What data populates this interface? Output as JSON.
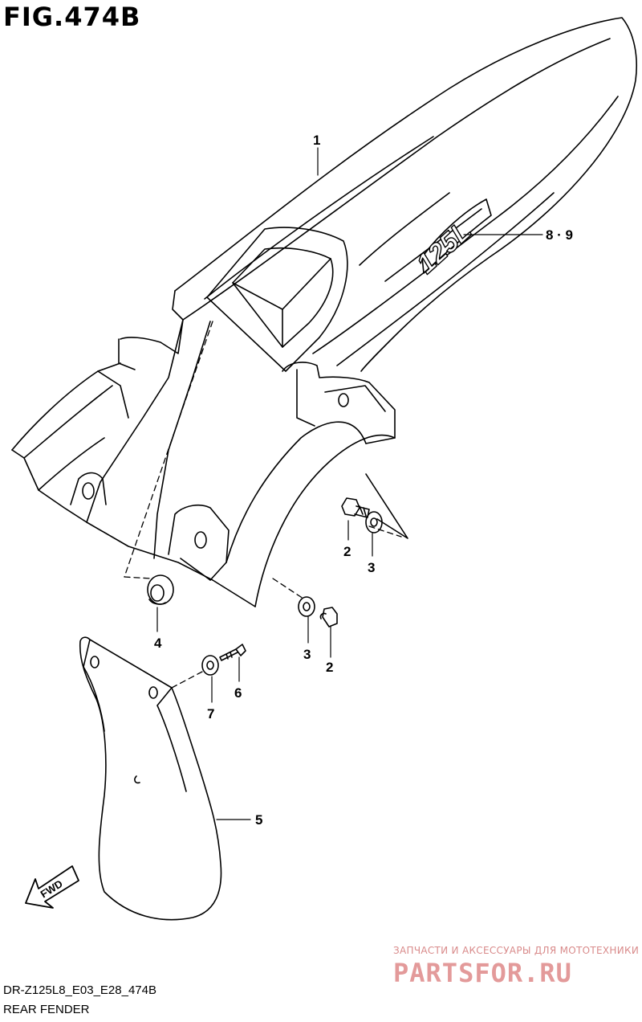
{
  "figure": {
    "title": "FIG.474B",
    "model_code": "DR-Z125L8_E03_E28_474B",
    "section_name": "REAR FENDER",
    "fender_decal_text": "125L",
    "fwd_label": "FWD"
  },
  "callouts": [
    {
      "id": "callout-1",
      "label": "1"
    },
    {
      "id": "callout-8-9",
      "label": "8 · 9"
    },
    {
      "id": "callout-2-upper",
      "label": "2"
    },
    {
      "id": "callout-3-upper",
      "label": "3"
    },
    {
      "id": "callout-4",
      "label": "4"
    },
    {
      "id": "callout-3-lower",
      "label": "3"
    },
    {
      "id": "callout-2-lower",
      "label": "2"
    },
    {
      "id": "callout-6",
      "label": "6"
    },
    {
      "id": "callout-7",
      "label": "7"
    },
    {
      "id": "callout-5",
      "label": "5"
    }
  ],
  "watermark": {
    "tagline": "ЗАПЧАСТИ И АКСЕССУАРЫ ДЛЯ МОТОТЕХНИКИ",
    "brand": "PARTSFOR.RU",
    "color": "#e39a9a"
  }
}
